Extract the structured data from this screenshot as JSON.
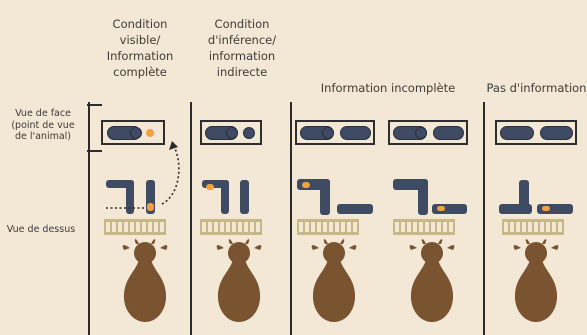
{
  "columns": [
    {
      "title": "Condition visible/ Information complète"
    },
    {
      "title": "Condition d'inférence/ information indirecte"
    },
    {
      "title": "Information incomplète"
    },
    {
      "title": "Pas d'information"
    }
  ],
  "titles": {
    "col1": [
      "Condition",
      "visible/",
      "Information",
      "complète"
    ],
    "col2": [
      "Condition",
      "d'inférence/",
      "information",
      "indirecte"
    ],
    "col3": [
      "Information incomplète"
    ],
    "col4": [
      "Pas d'information"
    ]
  },
  "row_labels": {
    "front": [
      "Vue de face",
      "(point de vue",
      "de l'animal)"
    ],
    "top": [
      "Vue de dessus"
    ]
  },
  "colors": {
    "background": "#f3e7d6",
    "tube": "#3e4b63",
    "food": "#f2a040",
    "fence": "#c9b887",
    "goat": "#7a5330"
  }
}
